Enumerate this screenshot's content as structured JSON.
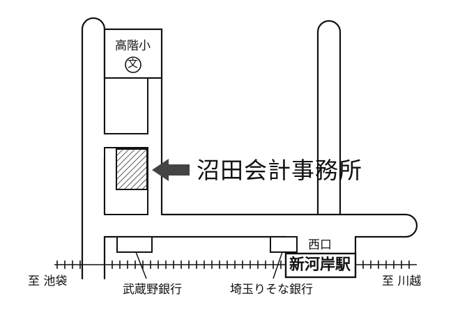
{
  "labels": {
    "school": "高階小",
    "school_symbol": "文",
    "office": "沼田会計事務所",
    "west_exit": "西口",
    "station": "新河岸駅",
    "bank_left": "武蔵野銀行",
    "bank_right": "埼玉りそな銀行",
    "to_west": "至 池袋",
    "to_east": "至 川越"
  },
  "icons": {
    "arrow": "left-arrow-icon",
    "school": "school-symbol-icon"
  }
}
